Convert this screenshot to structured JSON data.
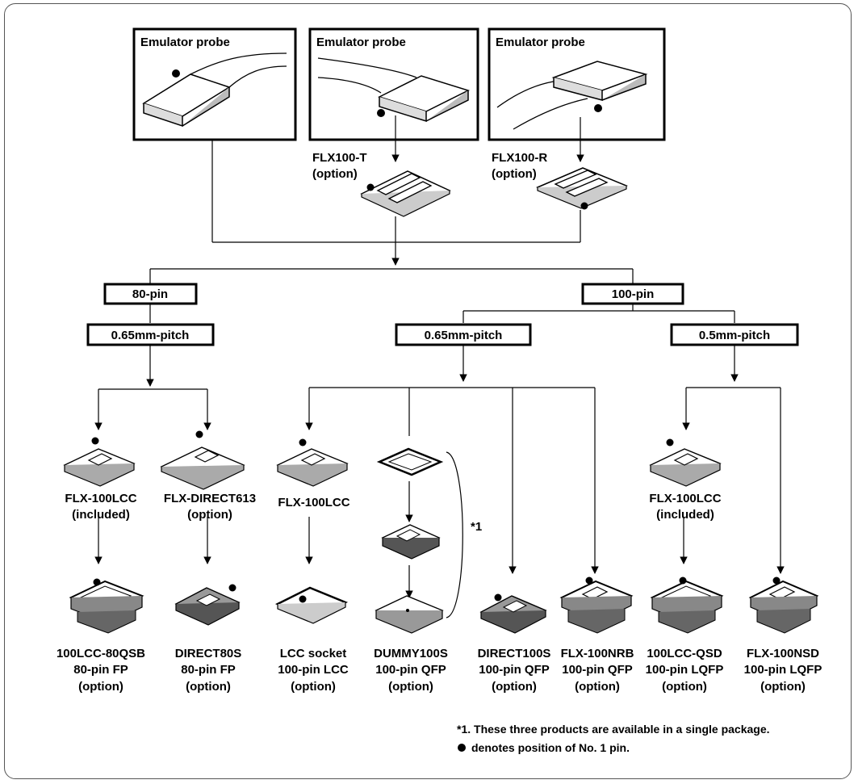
{
  "probes": [
    {
      "label": "Emulator probe"
    },
    {
      "label": "Emulator probe"
    },
    {
      "label": "Emulator probe"
    }
  ],
  "adapters": {
    "flx100t": {
      "name": "FLX100-T",
      "note": "(option)"
    },
    "flx100r": {
      "name": "FLX100-R",
      "note": "(option)"
    }
  },
  "pins": {
    "p80": "80-pin",
    "p100": "100-pin"
  },
  "pitches": {
    "p80_065": "0.65mm-pitch",
    "p100_065": "0.65mm-pitch",
    "p100_05": "0.5mm-pitch"
  },
  "converters": [
    {
      "name": "FLX-100LCC",
      "note": "(included)"
    },
    {
      "name": "FLX-DIRECT613",
      "note": "(option)"
    },
    {
      "name": "FLX-100LCC",
      "note": ""
    },
    {
      "name": "FLX-100LCC",
      "note": "(included)"
    }
  ],
  "products": [
    {
      "name": "100LCC-80QSB",
      "pkg": "80-pin FP",
      "note": "(option)"
    },
    {
      "name": "DIRECT80S",
      "pkg": "80-pin FP",
      "note": "(option)"
    },
    {
      "name": "LCC socket",
      "pkg": "100-pin LCC",
      "note": "(option)"
    },
    {
      "name": "DUMMY100S",
      "pkg": "100-pin QFP",
      "note": "(option)"
    },
    {
      "name": "DIRECT100S",
      "pkg": "100-pin QFP",
      "note": "(option)"
    },
    {
      "name": "FLX-100NRB",
      "pkg": "100-pin QFP",
      "note": "(option)"
    },
    {
      "name": "100LCC-QSD",
      "pkg": "100-pin LQFP",
      "note": "(option)"
    },
    {
      "name": "FLX-100NSD",
      "pkg": "100-pin LQFP",
      "note": "(option)"
    }
  ],
  "bracket_label": "*1",
  "footnotes": {
    "note1": "*1. These three products are available in a single package.",
    "note2": "denotes position of No. 1 pin."
  }
}
